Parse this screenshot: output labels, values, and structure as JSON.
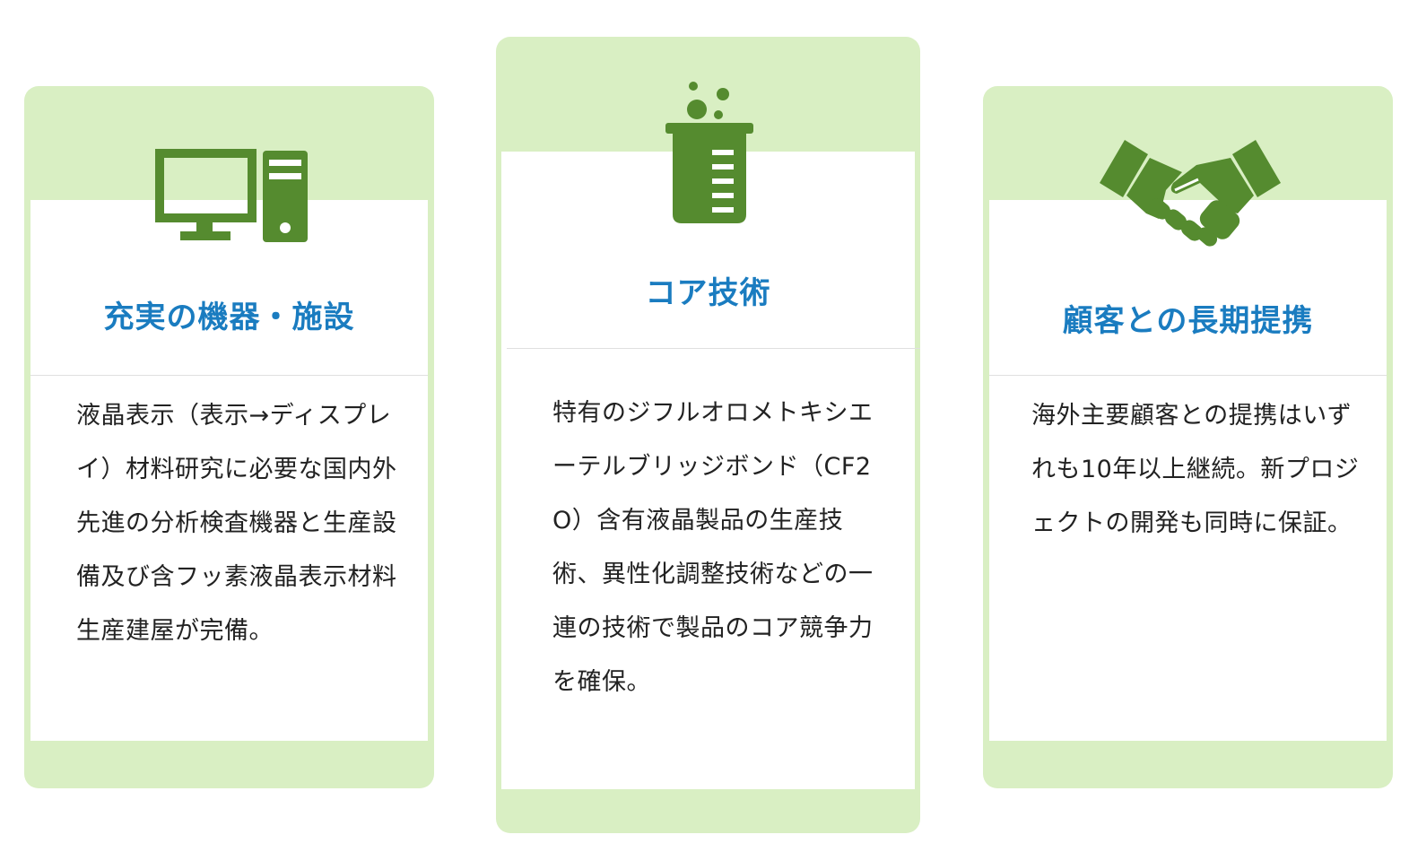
{
  "colors": {
    "card_background": "#d9efc3",
    "icon_green": "#558b2f",
    "title_blue": "#1a7cc0",
    "body_text": "#222222"
  },
  "cards": [
    {
      "icon": "computer-icon",
      "title": "充実の機器・施設",
      "body": "液晶表示（表示→ディスプレイ）材料研究に必要な国内外先進の分析検査機器と生産設備及び含フッ素液晶表示材料生産建屋が完備。"
    },
    {
      "icon": "beaker-icon",
      "title": "コア技術",
      "body": "特有のジフルオロメトキシエーテルブリッジボンド（CF2O）含有液晶製品の生産技術、異性化調整技術などの一連の技術で製品のコア競争力を確保。"
    },
    {
      "icon": "handshake-icon",
      "title": "顧客との長期提携",
      "body": "海外主要顧客との提携はいずれも10年以上継続。新プロジェクトの開発も同時に保証。"
    }
  ]
}
